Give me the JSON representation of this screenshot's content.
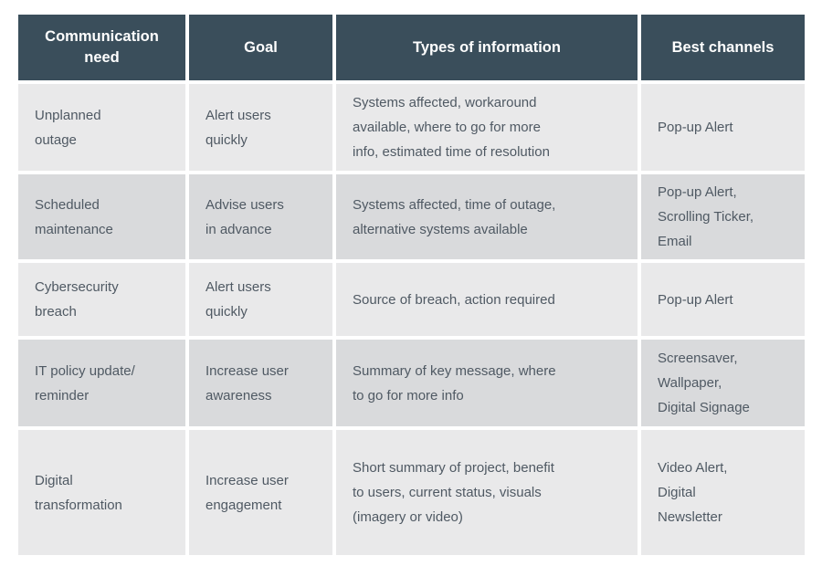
{
  "colors": {
    "header_bg": "#3A4E5B",
    "header_text": "#FFFFFF",
    "row_light": "#E9E9EA",
    "row_dark": "#D9DADC",
    "body_text": "#4F5963",
    "page_bg": "#FFFFFF"
  },
  "table": {
    "headers": [
      "Communication\nneed",
      "Goal",
      "Types of information",
      "Best channels"
    ],
    "rows": [
      {
        "need": "Unplanned\noutage",
        "goal": "Alert users\nquickly",
        "info": "Systems affected, workaround\navailable, where to go for more\ninfo, estimated time of resolution",
        "channels": "Pop-up Alert"
      },
      {
        "need": "Scheduled\nmaintenance",
        "goal": "Advise users\nin advance",
        "info": "Systems affected, time of outage,\nalternative systems available",
        "channels": "Pop-up Alert,\nScrolling Ticker,\nEmail"
      },
      {
        "need": "Cybersecurity\nbreach",
        "goal": "Alert users\nquickly",
        "info": "Source of breach, action required",
        "channels": "Pop-up Alert"
      },
      {
        "need": "IT policy update/\nreminder",
        "goal": "Increase user\nawareness",
        "info": "Summary of key message, where\nto go for more info",
        "channels": "Screensaver,\nWallpaper,\nDigital Signage"
      },
      {
        "need": "Digital\ntransformation",
        "goal": "Increase user\nengagement",
        "info": "Short summary of project, benefit\nto users, current status, visuals\n(imagery or video)",
        "channels": "Video Alert,\nDigital\nNewsletter"
      }
    ]
  }
}
